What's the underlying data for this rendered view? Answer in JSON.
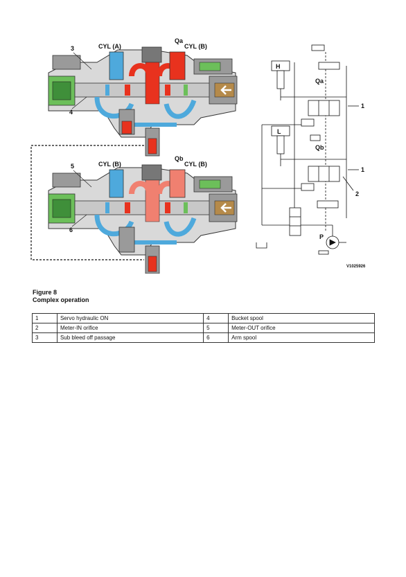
{
  "figure": {
    "upper_labels": {
      "cyl_a": "CYL (A)",
      "qa": "Qa",
      "cyl_b": "CYL (B)",
      "callout_3": "3",
      "callout_4": "4"
    },
    "lower_labels": {
      "cyl_a": "CYL (B)",
      "qb": "Qb",
      "cyl_b": "CYL (B)",
      "callout_5": "5",
      "callout_6": "6"
    },
    "schematic_labels": {
      "h": "H",
      "l": "L",
      "qa": "Qa",
      "qb": "Qb",
      "p": "P",
      "callout_1a": "1",
      "callout_1b": "1",
      "callout_2": "2"
    },
    "figure_id": "V1025926"
  },
  "caption": {
    "number": "Figure 8",
    "title": "Complex operation"
  },
  "legend": [
    {
      "n1": "1",
      "t1": "Servo hydraulic ON",
      "n2": "4",
      "t2": "Bucket spool"
    },
    {
      "n1": "2",
      "t1": "Meter-IN orifice",
      "n2": "5",
      "t2": "Meter-OUT orifice"
    },
    {
      "n1": "3",
      "t1": "Sub bleed off passage",
      "n2": "6",
      "t2": "Arm spool"
    }
  ],
  "colors": {
    "pressure": "#e8321e",
    "return": "#4ea9dc",
    "pilot": "#6cbf5a",
    "body": "#9a9a9a",
    "spool": "#c8c8c8",
    "plug": "#b58a4a"
  }
}
